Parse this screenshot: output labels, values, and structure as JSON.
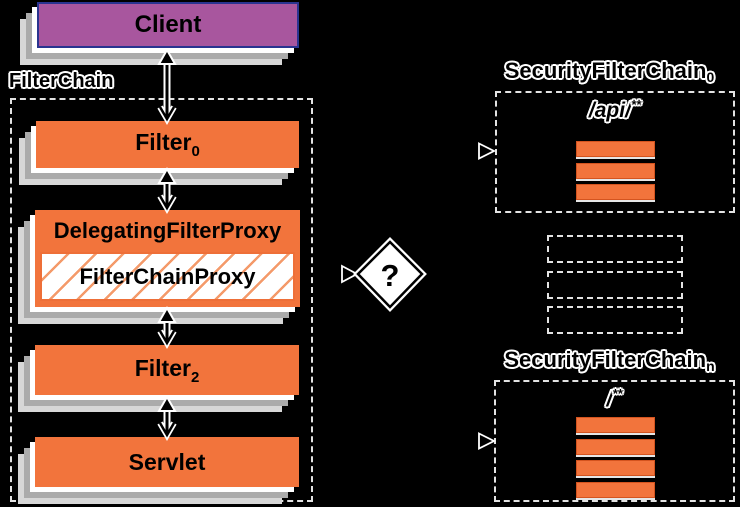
{
  "palette": {
    "background": "#000000",
    "box_orange": "#F2743C",
    "bar_border": "#D4541F",
    "client_purple": "#A8569E",
    "client_border": "#2A3490",
    "hatch_orange": "#F49A6A",
    "shadow_gray": "#ABABAB",
    "dash_color": "#E3E3E3"
  },
  "client": {
    "label": "Client"
  },
  "filter_chain": {
    "title": "FilterChain",
    "filter0": {
      "label": "Filter",
      "sub": "0"
    },
    "delegating_proxy": {
      "label": "DelegatingFilterProxy"
    },
    "filter_chain_proxy": {
      "label": "FilterChainProxy"
    },
    "filter2": {
      "label": "Filter",
      "sub": "2"
    },
    "servlet": {
      "label": "Servlet"
    }
  },
  "decision": {
    "label": "?"
  },
  "security_chains": [
    {
      "title": "SecurityFilterChain",
      "sub": "0",
      "pattern": "/api/",
      "pattern_sup": "**",
      "filters": 3
    },
    {
      "title": "SecurityFilterChain",
      "sub": "n",
      "pattern": "/",
      "pattern_sup": "**",
      "filters": 4
    }
  ],
  "ellipsis": {
    "rows": 3
  }
}
